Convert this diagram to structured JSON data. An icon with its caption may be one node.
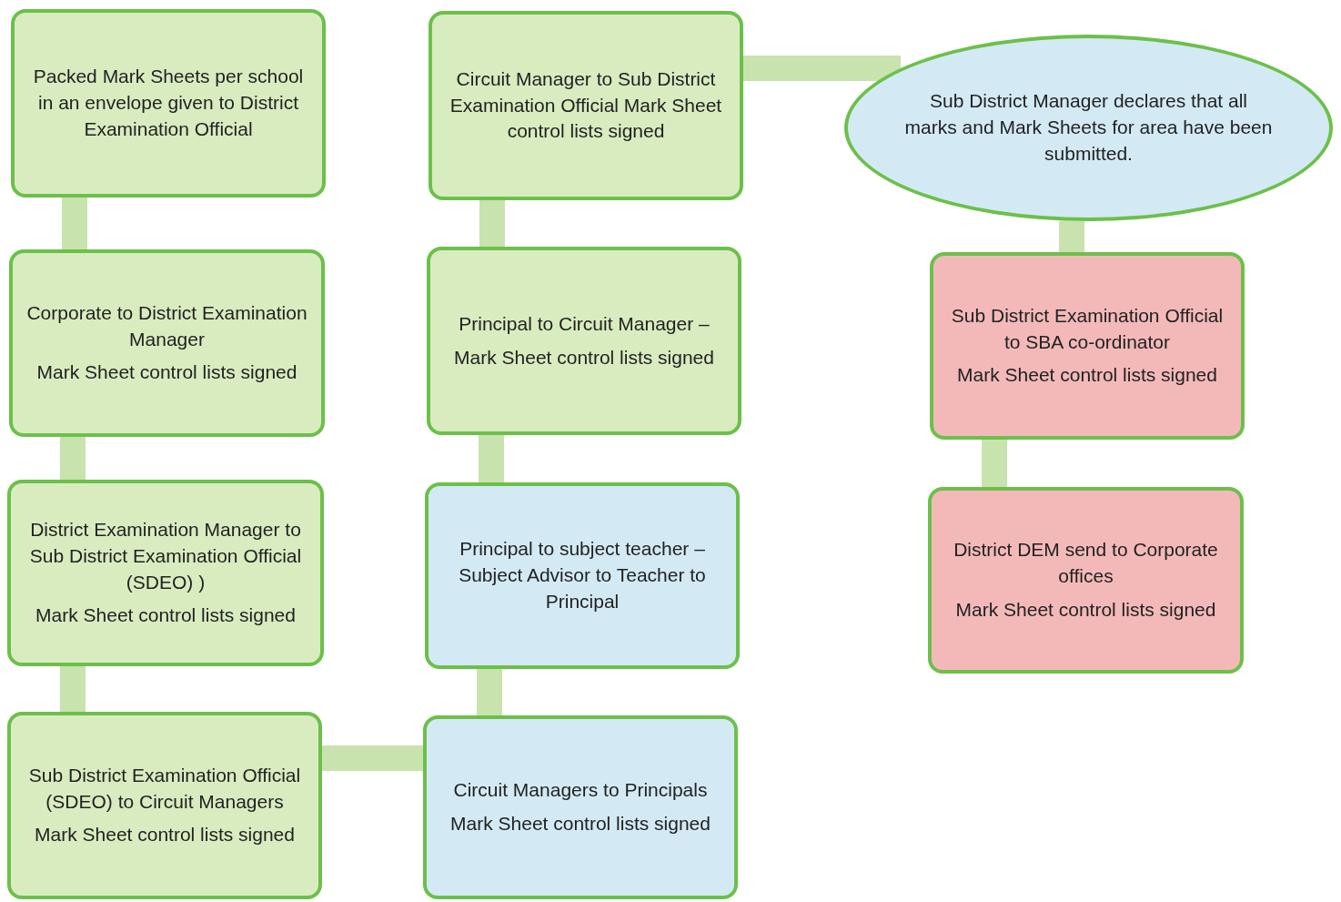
{
  "diagram": {
    "nodes": [
      {
        "text": [
          "Packed  Mark Sheets per school in an envelope given to District Examination Official"
        ]
      },
      {
        "text": [
          "Corporate to District Examination Manager",
          "Mark Sheet control lists signed"
        ]
      },
      {
        "text": [
          "District Examination Manager to Sub District Examination Official (SDEO) )",
          "Mark Sheet control lists signed"
        ]
      },
      {
        "text": [
          "Sub District Examination Official (SDEO) to Circuit Managers",
          "Mark Sheet control lists signed"
        ]
      },
      {
        "text": [
          "Circuit Manager to Sub District Examination Official Mark Sheet control lists signed"
        ]
      },
      {
        "text": [
          "Principal to Circuit Manager –",
          "Mark Sheet control lists signed"
        ]
      },
      {
        "text": [
          "Principal to subject teacher – Subject Advisor to Teacher to Principal"
        ]
      },
      {
        "text": [
          "Circuit Managers to Principals",
          "Mark Sheet control lists signed"
        ]
      },
      {
        "text": [
          "Sub District  Manager declares that all marks and Mark Sheets for area have been submitted."
        ]
      },
      {
        "text": [
          "Sub District Examination Official  to SBA  co-ordinator",
          "Mark Sheet control lists signed"
        ]
      },
      {
        "text": [
          "District DEM  send to Corporate offices",
          "Mark Sheet control lists signed"
        ]
      }
    ],
    "edges": [
      {
        "from": 0,
        "to": 1,
        "arrow": "none"
      },
      {
        "from": 1,
        "to": 2,
        "arrow": "none"
      },
      {
        "from": 2,
        "to": 3,
        "arrow": "none"
      },
      {
        "from": 3,
        "to": 7,
        "arrow": "none"
      },
      {
        "from": 7,
        "to": 6,
        "arrow": "none"
      },
      {
        "from": 6,
        "to": 5,
        "arrow": "none"
      },
      {
        "from": 5,
        "to": 4,
        "arrow": "none"
      },
      {
        "from": 4,
        "to": 8,
        "arrow": "none"
      },
      {
        "from": 8,
        "to": 9,
        "arrow": "none"
      },
      {
        "from": 9,
        "to": 10,
        "arrow": "none"
      }
    ]
  }
}
